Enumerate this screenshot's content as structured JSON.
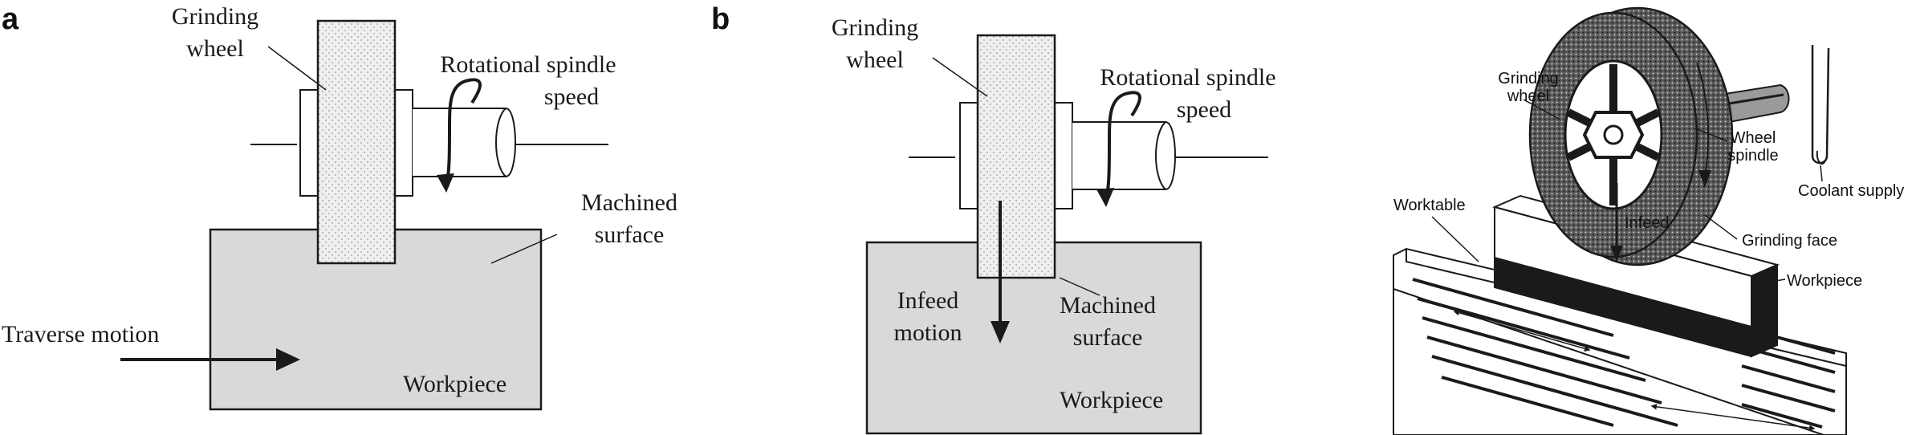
{
  "panel_a": {
    "letter": "a",
    "grinding_wheel": [
      "Grinding",
      "wheel"
    ],
    "spindle_speed": [
      "Rotational spindle",
      "speed"
    ],
    "machined_surface": [
      "Machined",
      "surface"
    ],
    "traverse_motion": "Traverse motion",
    "workpiece": "Workpiece"
  },
  "panel_b": {
    "letter": "b",
    "grinding_wheel": [
      "Grinding",
      "wheel"
    ],
    "spindle_speed": [
      "Rotational spindle",
      "speed"
    ],
    "infeed_motion": [
      "Infeed",
      "motion"
    ],
    "machined_surface": [
      "Machined",
      "surface"
    ],
    "workpiece": "Workpiece"
  },
  "panel_c": {
    "grinding_wheel": [
      "Grinding",
      "wheel"
    ],
    "wheel_spindle": [
      "Wheel",
      "spindle"
    ],
    "coolant_supply": "Coolant supply",
    "worktable": "Worktable",
    "infeed": "Infeed",
    "grinding_face": "Grinding face",
    "workpiece": "Workpiece"
  },
  "colors": {
    "workpiece_fill": "#d9d9d9",
    "wheel_fill": "#ececec",
    "line": "#1a1a1a"
  }
}
